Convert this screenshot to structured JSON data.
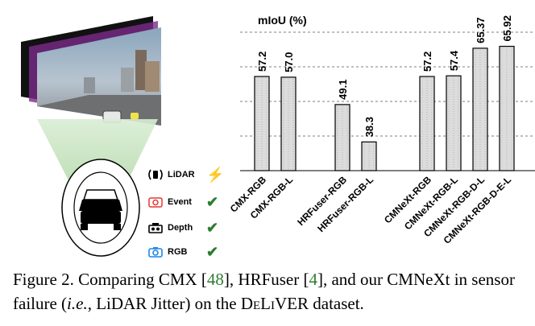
{
  "chart_data": {
    "type": "bar",
    "title": "mIoU (%)",
    "categories": [
      "CMX-RGB",
      "CMX-RGB-L",
      "HRFuser-RGB",
      "HRFuser-RGB-L",
      "CMNeXt-RGB",
      "CMNeXt-RGB-L",
      "CMNeXt-RGB-D-L",
      "CMNeXt-RGB-D-E-L"
    ],
    "values": [
      57.2,
      57.0,
      49.1,
      38.3,
      57.2,
      57.4,
      65.37,
      65.92
    ],
    "value_labels": [
      "57.2",
      "57.0",
      "49.1",
      "38.3",
      "57.2",
      "57.4",
      "65.37",
      "65.92"
    ],
    "groups": [
      "CMX",
      "HRFuser",
      "CMNeXt"
    ],
    "group_of": [
      0,
      0,
      1,
      1,
      2,
      2,
      2,
      2
    ],
    "ylim": [
      30,
      70
    ],
    "yticks": [
      30,
      40,
      50,
      60,
      70
    ],
    "grid": true,
    "bar_fill": "#dcdcdc",
    "grid_color": "#555555"
  },
  "legend": {
    "items": [
      {
        "label": "LiDAR",
        "icon": "lidar-icon",
        "status": "fail",
        "status_glyph": "⚡",
        "status_color": "#e53935"
      },
      {
        "label": "Event",
        "icon": "event-camera-icon",
        "status": "ok",
        "status_glyph": "✔",
        "status_color": "#2e7d32"
      },
      {
        "label": "Depth",
        "icon": "depth-sensor-icon",
        "status": "ok",
        "status_glyph": "✔",
        "status_color": "#2e7d32"
      },
      {
        "label": "RGB",
        "icon": "rgb-camera-icon",
        "status": "ok",
        "status_glyph": "✔",
        "status_color": "#2e7d32"
      }
    ]
  },
  "caption": {
    "prefix": "Figure 2. Comparing CMX [",
    "ref1": "48",
    "mid1": "], HRFuser [",
    "ref2": "4",
    "mid2": "], and our CMNeXt in sensor failure (",
    "ie": "i.e.",
    "mid3": ", LiDAR Jitter) on the ",
    "dataset": "DeLiVER",
    "suffix": " dataset."
  }
}
